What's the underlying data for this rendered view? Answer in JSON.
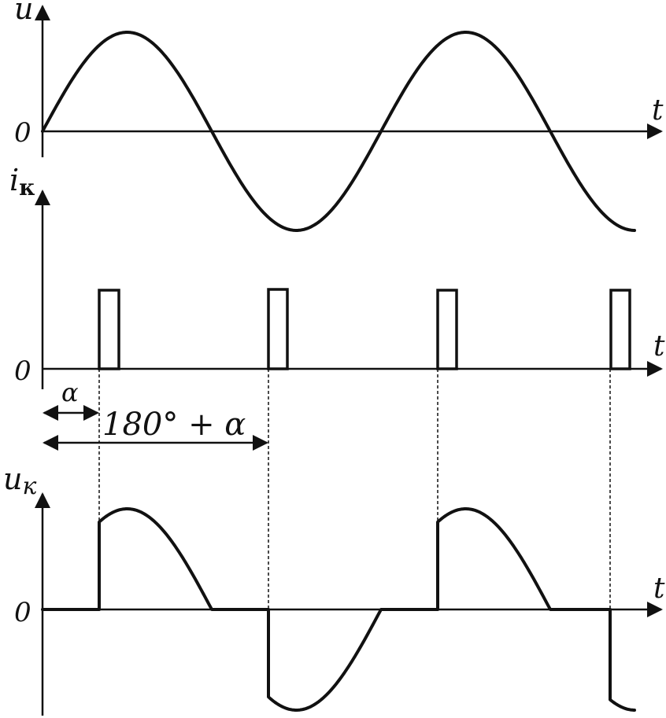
{
  "labels": {
    "u": "u",
    "ik_main": "i",
    "ik_sub": "к",
    "uk_main": "u",
    "uk_sub": "к",
    "t": "t",
    "zero": "0",
    "alpha": "α",
    "shift": "180° + α"
  }
}
